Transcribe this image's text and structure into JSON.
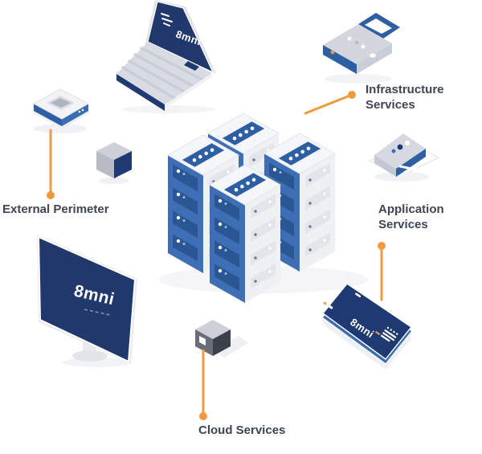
{
  "brand": "8mni",
  "labels": {
    "external_perimeter": "External Perimeter",
    "infrastructure_services": "Infrastructure Services",
    "application_services": "Application Services",
    "cloud_services": "Cloud Services"
  },
  "icons": {
    "laptop": "laptop-icon",
    "padlock": "padlock-icon",
    "router": "router-icon",
    "small_cube": "cube-icon",
    "server_cluster": "server-cluster-icon",
    "storage_device": "storage-device-icon",
    "monitor": "monitor-icon",
    "cloud_cube": "cloud-cube-icon",
    "smartphone": "smartphone-icon"
  },
  "colors": {
    "navy": "#1f3a73",
    "blue": "#2e5fa3",
    "light_blue": "#3a6cb0",
    "orange": "#f0993e",
    "label_text": "#3e4553",
    "light_gray": "#e9ebef"
  }
}
